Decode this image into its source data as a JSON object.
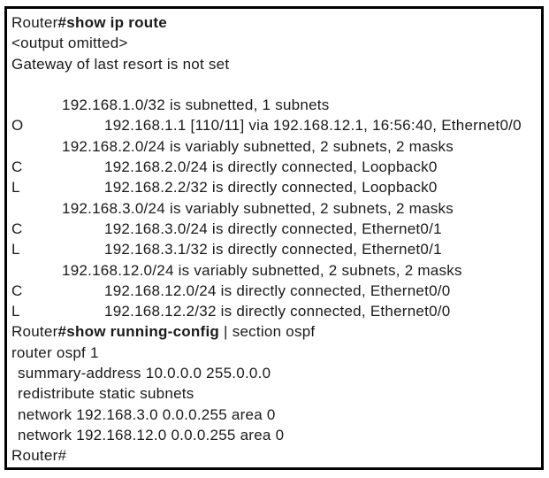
{
  "panel": {
    "bg_color": "#ffffff",
    "border_color": "#000000",
    "text_color": "#1a1a1a"
  },
  "terminal": {
    "lines": [
      {
        "type": "command",
        "prompt": "Router",
        "command": "#show ip route",
        "suffix": ""
      },
      {
        "type": "plain",
        "text": "<output omitted>"
      },
      {
        "type": "plain",
        "text": "Gateway of last resort is not set"
      },
      {
        "type": "blank"
      },
      {
        "type": "summary",
        "text": "192.168.1.0/32 is subnetted, 1 subnets"
      },
      {
        "type": "route",
        "flag": "O",
        "text": "192.168.1.1 [110/11] via 192.168.12.1, 16:56:40, Ethernet0/0"
      },
      {
        "type": "summary",
        "text": "192.168.2.0/24 is variably subnetted, 2 subnets, 2 masks"
      },
      {
        "type": "route",
        "flag": "C",
        "text": "192.168.2.0/24 is directly connected, Loopback0"
      },
      {
        "type": "route",
        "flag": "L",
        "text": "192.168.2.2/32 is directly connected, Loopback0"
      },
      {
        "type": "summary",
        "text": "192.168.3.0/24 is variably subnetted, 2 subnets, 2 masks"
      },
      {
        "type": "route",
        "flag": "C",
        "text": "192.168.3.0/24 is directly connected, Ethernet0/1"
      },
      {
        "type": "route",
        "flag": "L",
        "text": "192.168.3.1/32 is directly connected, Ethernet0/1"
      },
      {
        "type": "summary",
        "text": "192.168.12.0/24 is variably subnetted, 2 subnets, 2 masks"
      },
      {
        "type": "route",
        "flag": "C",
        "text": "192.168.12.0/24 is directly connected, Ethernet0/0"
      },
      {
        "type": "route",
        "flag": "L",
        "text": "192.168.12.2/32 is directly connected, Ethernet0/0"
      },
      {
        "type": "command",
        "prompt": "Router",
        "command": "#show running-config",
        "suffix": " | section ospf"
      },
      {
        "type": "plain",
        "text": "router ospf 1"
      },
      {
        "type": "config",
        "text": "summary-address 10.0.0.0 255.0.0.0"
      },
      {
        "type": "config",
        "text": "redistribute static subnets"
      },
      {
        "type": "config",
        "text": "network 192.168.3.0 0.0.0.255 area 0"
      },
      {
        "type": "config",
        "text": "network 192.168.12.0 0.0.0.255 area 0"
      },
      {
        "type": "plain",
        "text": "Router#"
      }
    ]
  }
}
